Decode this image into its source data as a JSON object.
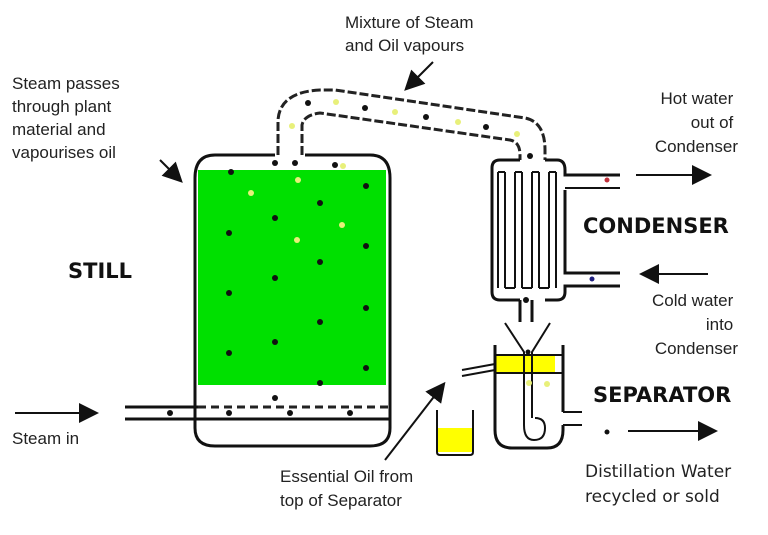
{
  "labels": {
    "steam_passes": [
      "Steam passes",
      "through plant",
      "material and",
      "vapourises oil"
    ],
    "mixture": [
      "Mixture of Steam",
      "and Oil vapours"
    ],
    "hot_water": [
      "Hot water",
      "out of",
      "Condenser"
    ],
    "condenser": "CONDENSER",
    "cold_water": [
      "Cold water",
      "into",
      "Condenser"
    ],
    "still": "STILL",
    "separator": "SEPARATOR",
    "steam_in": "Steam in",
    "essential_oil": [
      "Essential Oil from",
      "top of Separator"
    ],
    "distillation_water": [
      "Distillation Water",
      "recycled or sold"
    ]
  },
  "colors": {
    "plant_material": "#00e000",
    "oil": "#ffff00",
    "outline": "#111111"
  },
  "icons": [
    "arrow-right-icon",
    "arrow-left-icon",
    "arrow-diagonal-icon"
  ]
}
